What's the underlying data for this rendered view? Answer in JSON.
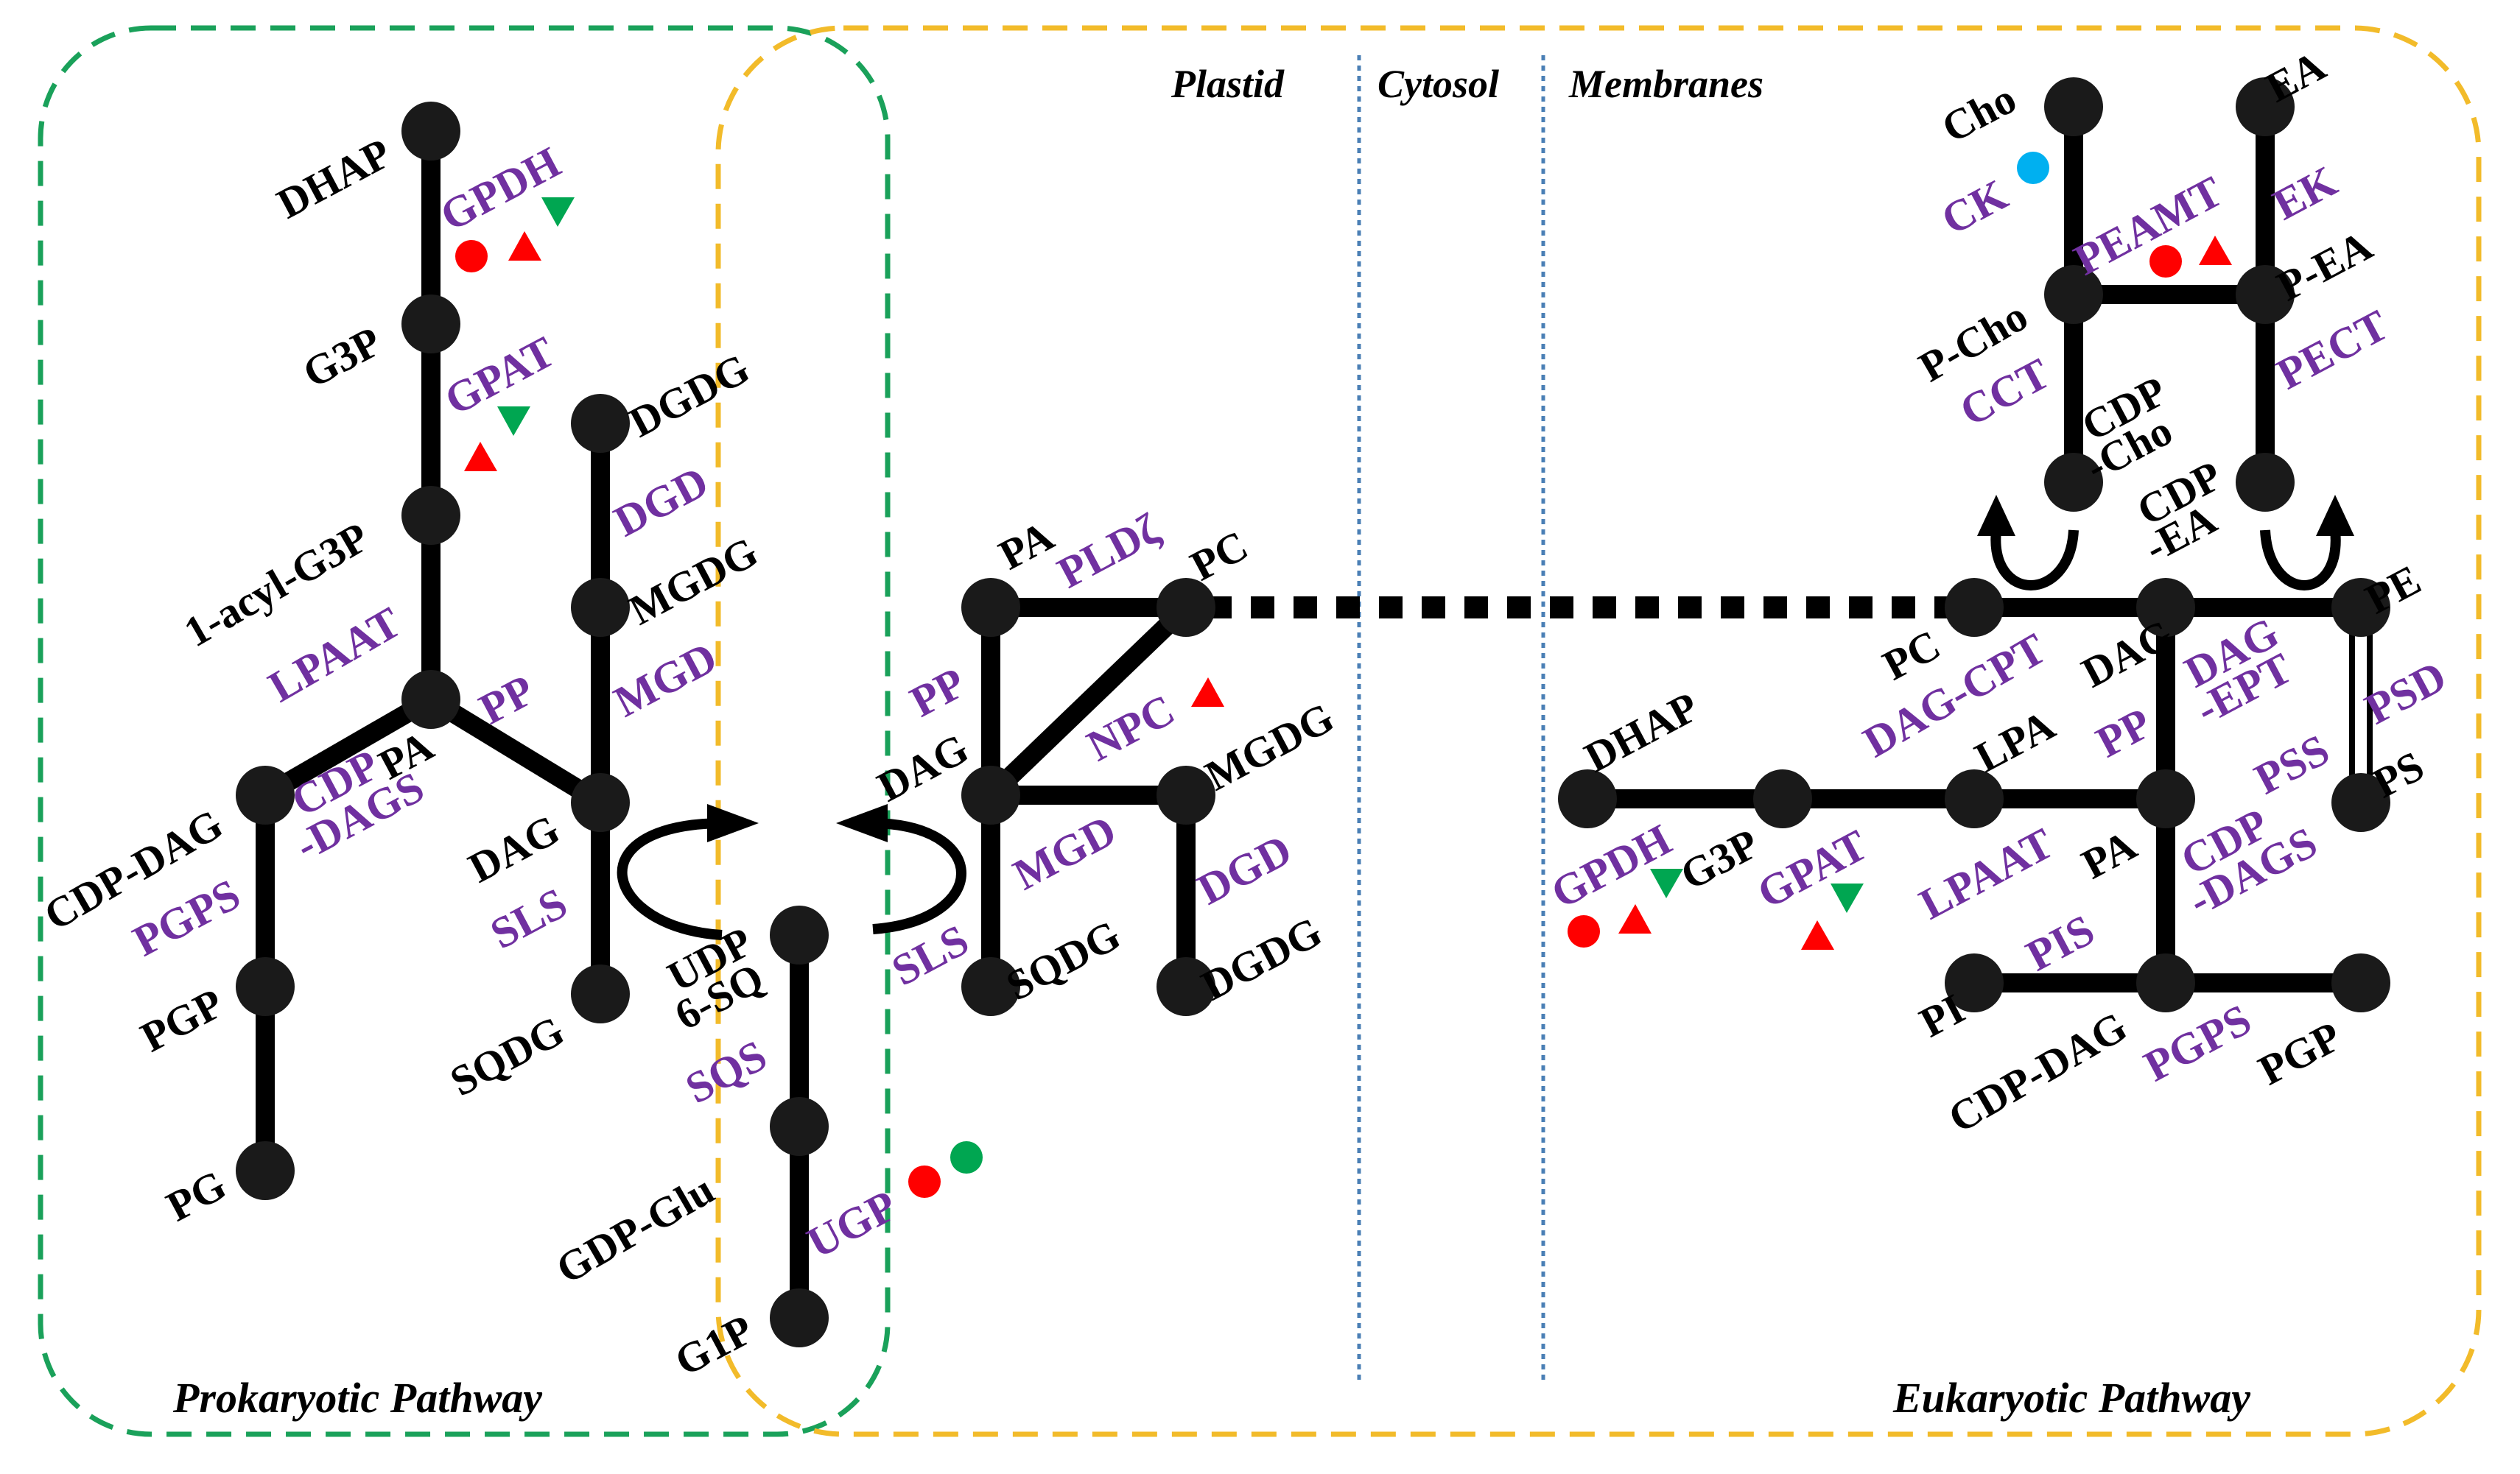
{
  "colors": {
    "prokaryotic_border": "#1aa15a",
    "eukaryotic_border": "#f2bb2a",
    "enzyme_text": "#7030a0",
    "compartment_divider": "#4a7fb5",
    "marker_red": "#ff0000",
    "marker_green": "#00a651",
    "marker_blue": "#00b0f0"
  },
  "compartments": {
    "plastid": "Plastid",
    "cytosol": "Cytosol",
    "membranes": "Membranes"
  },
  "pathways": {
    "prokaryotic": "Prokaryotic Pathway",
    "eukaryotic": "Eukaryotic Pathway"
  },
  "prokaryotic": {
    "metabolites": {
      "dhap": "DHAP",
      "g3p": "G3P",
      "acyl_g3p": "1-acyl-G3P",
      "pa": "PA",
      "cdp_dag": "CDP-DAG",
      "pgp": "PGP",
      "pg": "PG",
      "dag": "DAG",
      "sqdg": "SQDG",
      "mgdg": "MGDG",
      "dgdg": "DGDG",
      "udp_line1": "UDP",
      "udp_line2": "6-SQ",
      "gdp_glu": "GDP-Glu",
      "g1p": "G1P"
    },
    "enzymes": {
      "gpdh": "GPDH",
      "gpat": "GPAT",
      "lpaat": "LPAAT",
      "pp": "PP",
      "cdp_dags_line1": "CDP",
      "cdp_dags_line2": "-DAGS",
      "pgps": "PGPS",
      "sls": "SLS",
      "mgd": "MGD",
      "dgd": "DGD",
      "sqs": "SQS",
      "ugp": "UGP"
    }
  },
  "plastid_envelope": {
    "metabolites": {
      "pa": "PA",
      "pc": "PC",
      "dag": "DAG",
      "mgdg": "MGDG",
      "sqdg": "SQDG",
      "dgdg": "DGDG"
    },
    "enzymes": {
      "pld": "PLDζ",
      "pp": "PP",
      "npc": "NPC",
      "mgd": "MGD",
      "sls": "SLS",
      "dgd": "DGD"
    }
  },
  "eukaryotic": {
    "metabolites": {
      "cho": "Cho",
      "ea": "EA",
      "p_cho": "P-Cho",
      "p_ea": "P-EA",
      "cdp_cho_line1": "CDP",
      "cdp_cho_line2": "-Cho",
      "cdp_ea_line1": "CDP",
      "cdp_ea_line2": "-EA",
      "pc": "PC",
      "dag": "DAG",
      "pe": "PE",
      "ps": "PS",
      "dhap": "DHAP",
      "g3p": "G3P",
      "lpa": "LPA",
      "pa": "PA",
      "pi": "PI",
      "cdp_dag": "CDP-DAG",
      "pgp": "PGP"
    },
    "enzymes": {
      "ck": "CK",
      "peamt": "PEAMT",
      "ek": "EK",
      "cct": "CCT",
      "pect": "PECT",
      "dag_cpt": "DAG-CPT",
      "dag_ept_line1": "DAG",
      "dag_ept_line2": "-EPT",
      "psd": "PSD",
      "pss": "PSS",
      "pp": "PP",
      "gpdh": "GPDH",
      "gpat": "GPAT",
      "lpaat": "LPAAT",
      "pis": "PIS",
      "cdp_dags_line1": "CDP",
      "cdp_dags_line2": "-DAGS",
      "pgps": "PGPS"
    }
  }
}
